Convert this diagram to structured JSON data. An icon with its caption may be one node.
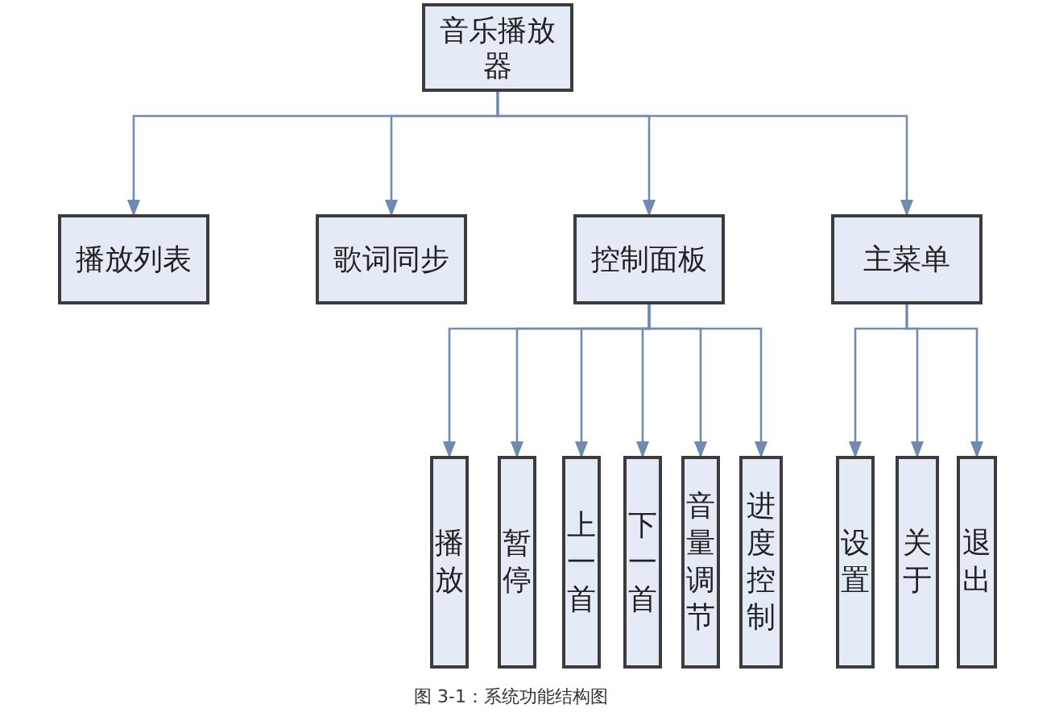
{
  "diagram": {
    "caption": "图 3-1：系统功能结构图",
    "nodes": [
      {
        "text": [
          "音乐播放器"
        ]
      },
      {
        "text": [
          "播放列表"
        ]
      },
      {
        "text": [
          "歌词同步"
        ]
      },
      {
        "text": [
          "控制面板"
        ]
      },
      {
        "text": [
          "主菜单"
        ]
      },
      {
        "text": [
          "播放"
        ]
      },
      {
        "text": [
          "暂停"
        ]
      },
      {
        "text": [
          "上一首"
        ]
      },
      {
        "text": [
          "下一首"
        ]
      },
      {
        "text": [
          "音量调节"
        ]
      },
      {
        "text": [
          "进度控制"
        ]
      },
      {
        "text": [
          "设置"
        ]
      },
      {
        "text": [
          "关于"
        ]
      },
      {
        "text": [
          "退出"
        ]
      }
    ],
    "edges": [
      {
        "from": 0,
        "to": 1,
        "arrow": "to"
      },
      {
        "from": 0,
        "to": 2,
        "arrow": "to"
      },
      {
        "from": 0,
        "to": 3,
        "arrow": "to"
      },
      {
        "from": 0,
        "to": 4,
        "arrow": "to"
      },
      {
        "from": 3,
        "to": 5,
        "arrow": "to"
      },
      {
        "from": 3,
        "to": 6,
        "arrow": "to"
      },
      {
        "from": 3,
        "to": 7,
        "arrow": "to"
      },
      {
        "from": 3,
        "to": 8,
        "arrow": "to"
      },
      {
        "from": 3,
        "to": 9,
        "arrow": "to"
      },
      {
        "from": 3,
        "to": 10,
        "arrow": "to"
      },
      {
        "from": 4,
        "to": 11,
        "arrow": "to"
      },
      {
        "from": 4,
        "to": 12,
        "arrow": "to"
      },
      {
        "from": 4,
        "to": 13,
        "arrow": "to"
      }
    ]
  }
}
